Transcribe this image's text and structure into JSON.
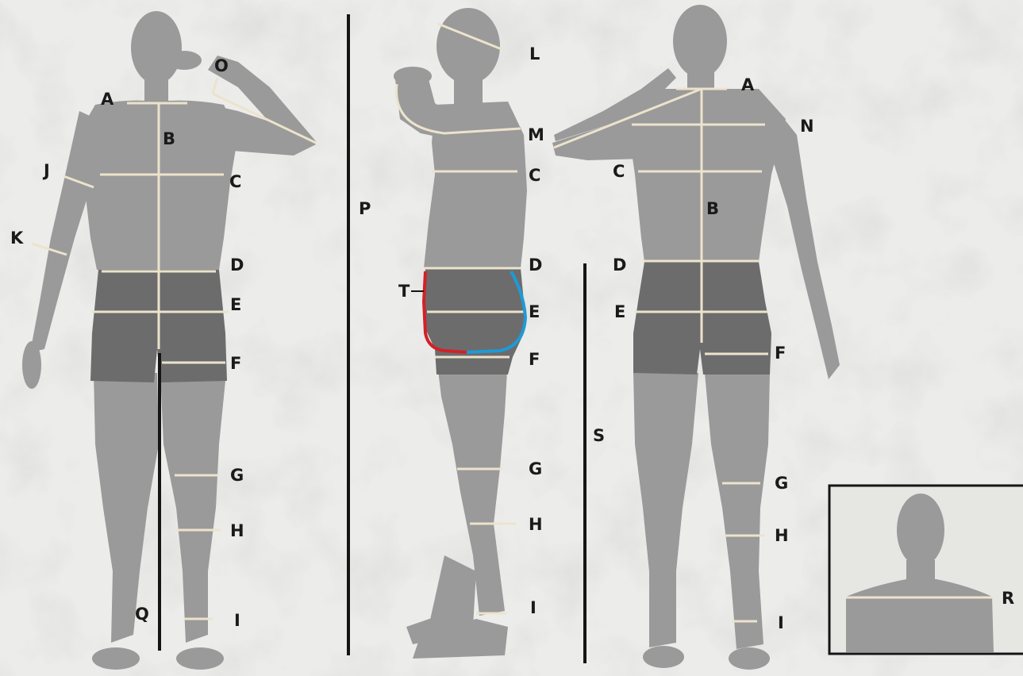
{
  "colors": {
    "background": "#ececea",
    "skin": "#9a9a9a",
    "shorts": "#6c6c6c",
    "measure_line": "#ece3cc",
    "divider": "#151515",
    "label": "#1a1a1a",
    "front_curve": "#d42027",
    "back_curve": "#1e9ad6"
  },
  "views": {
    "front": {
      "labels": {
        "A": "A",
        "B": "B",
        "C": "C",
        "D": "D",
        "E": "E",
        "F": "F",
        "G": "G",
        "H": "H",
        "I": "I",
        "J": "J",
        "K": "K",
        "O": "O",
        "Q": "Q"
      }
    },
    "side": {
      "labels": {
        "L": "L",
        "M": "M",
        "C": "C",
        "D": "D",
        "E": "E",
        "F": "F",
        "G": "G",
        "H": "H",
        "I": "I",
        "P": "P",
        "T": "T"
      }
    },
    "back": {
      "labels": {
        "A": "A",
        "N": "N",
        "C": "C",
        "B": "B",
        "D": "D",
        "E": "E",
        "F": "F",
        "G": "G",
        "H": "H",
        "I": "I",
        "S": "S"
      }
    },
    "inset": {
      "labels": {
        "R": "R"
      }
    }
  }
}
